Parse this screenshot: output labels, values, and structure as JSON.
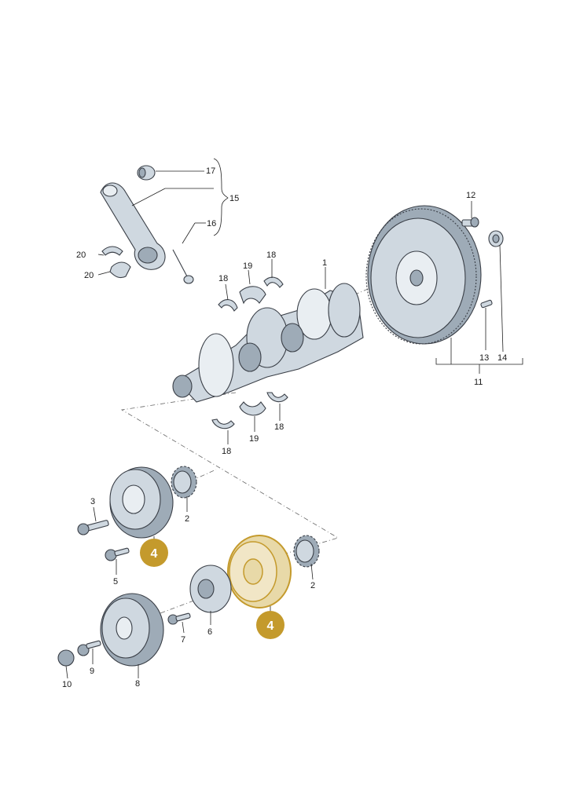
{
  "labels": {
    "p1": "1",
    "p2a": "2",
    "p2b": "2",
    "p3": "3",
    "p5": "5",
    "p6": "6",
    "p7": "7",
    "p8": "8",
    "p9": "9",
    "p10": "10",
    "p11": "11",
    "p12": "12",
    "p13": "13",
    "p14": "14",
    "p15": "15",
    "p16": "16",
    "p17": "17",
    "p18a": "18",
    "p18b": "18",
    "p18c": "18",
    "p18d": "18",
    "p19a": "19",
    "p19b": "19",
    "p20a": "20",
    "p20b": "20"
  },
  "badges": {
    "b4a": "4",
    "b4b": "4"
  },
  "colors": {
    "badge": "#c49a2c",
    "highlight": "#e8d9a8",
    "metal": "#cfd8e0"
  }
}
